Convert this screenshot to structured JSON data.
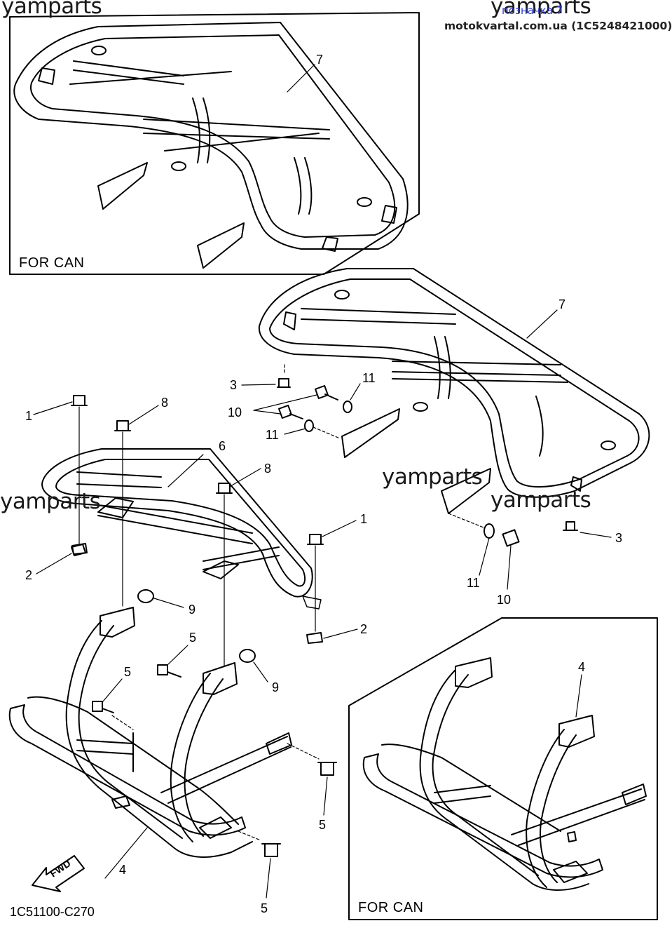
{
  "site": "motokvartal.com.ua (1C5248421000)",
  "hint": "позначка 7",
  "watermark": "yamparts",
  "diagram_code": "1C51100-C270",
  "inset_caption": "FOR CAN",
  "fwd_label": "FWD",
  "callouts": {
    "c7_top": "7",
    "c7_mid": "7",
    "c3_a": "3",
    "c3_b": "3",
    "c1_a": "1",
    "c1_b": "1",
    "c8_a": "8",
    "c8_b": "8",
    "c6": "6",
    "c11_a": "11",
    "c11_b": "11",
    "c11_c": "11",
    "c10_a": "10",
    "c10_b": "10",
    "c2_a": "2",
    "c2_b": "2",
    "c9_a": "9",
    "c9_b": "9",
    "c5_a": "5",
    "c5_b": "5",
    "c5_c": "5",
    "c5_d": "5",
    "c4_a": "4",
    "c4_b": "4"
  }
}
